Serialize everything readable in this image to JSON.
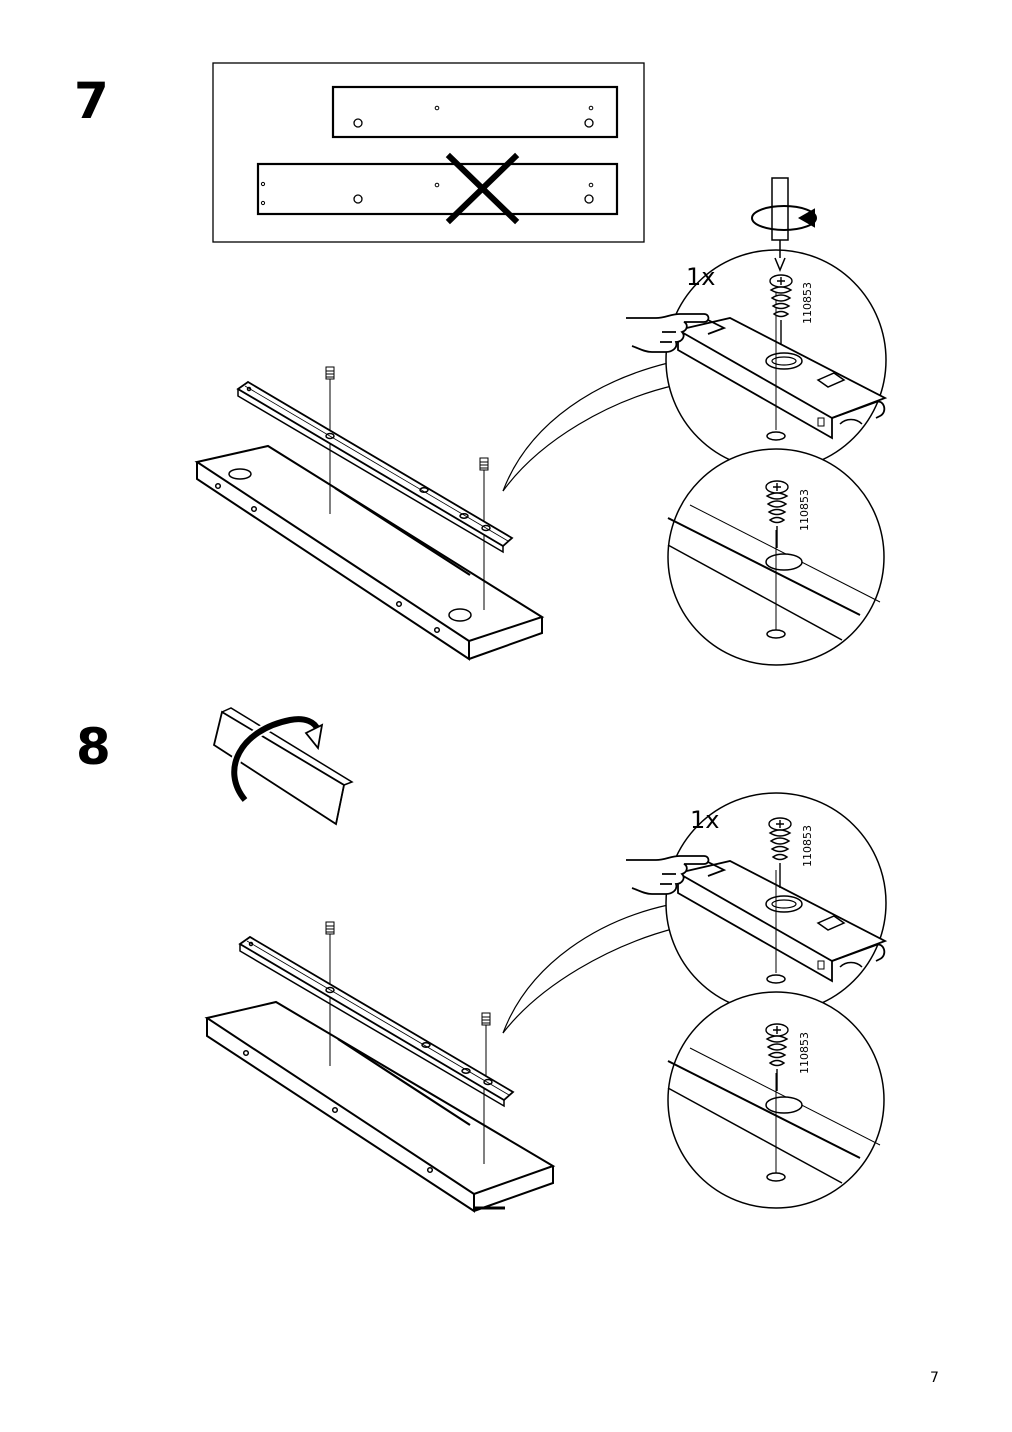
{
  "page": {
    "page_number": "7"
  },
  "steps": [
    {
      "number": "7",
      "quantity_label": "1x",
      "part_number": "110853"
    },
    {
      "number": "8",
      "quantity_label": "1x",
      "part_number": "110853"
    }
  ],
  "icons": {
    "step7": [
      "orientation-panel-icon",
      "wrong-orientation-cross-icon",
      "screwdriver-icon",
      "rotation-arrow-icon",
      "pointing-hand-icon"
    ],
    "step8": [
      "flip-panel-arrow-icon",
      "pointing-hand-icon"
    ]
  }
}
